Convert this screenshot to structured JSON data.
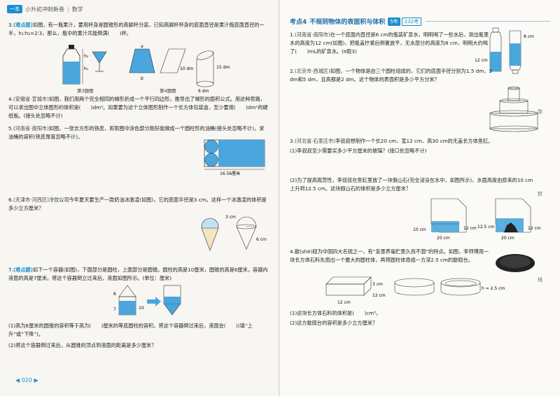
{
  "header_left": {
    "tag": "一本",
    "book": "小升初冲刺新卷",
    "subject": "数学"
  },
  "header_right": {
    "kaodian": "考点4",
    "title": "不规则物体的表面积与体积",
    "badge": "5年",
    "badge2": "232考"
  },
  "page_number": "020",
  "side": {
    "a": "弥",
    "b": "封",
    "c": "线"
  },
  "left": {
    "q3": {
      "num": "3.",
      "hl": "(难点题)",
      "text": "如图，有一瓶果汁，要用杯身是圆锥形的高脚杯分装，已知高脚杯杯身的底面直径是果汁瓶底面直径的一半，h₁∶h₂=2∶3，那么，瓶中的果汁共能倒满(　　)杯。"
    },
    "cap3": "第3题图",
    "cap4": "第4题图",
    "fig3": {
      "h1": "h₁",
      "h2": "h₂"
    },
    "fig4": {
      "a": "a",
      "b": "b",
      "d10": "10 dm",
      "d15": "15 dm",
      "d6": "6 dm"
    },
    "q4": {
      "num": "4.",
      "src": "(安徽省·宣城市)",
      "text": "如图，我们用两个完全相同的梯形折成一个平行四边形，推导出了梯形的面积公式。用这种思路，可以求出图中立体图形的体积是(　　)dm³。如果要为这个立体图形制作一个长方体包装盒，至少要用(　　)dm²的硬纸板。(接头处忽略不计)"
    },
    "q5": {
      "num": "5.",
      "src": "(河南省·南阳市)",
      "text": "如图，一张长方形的铁皮，剪取图中涂色部分刚好能做成一个圆柱形的油桶(接头处忽略不计)，求油桶的容积(铁皮厚度忽略不计)。",
      "fig_label": "16.56厘米"
    },
    "q6": {
      "num": "6.",
      "src": "(天津市·河西区)",
      "text": "冷饮公司今年夏天要生产一款奶油冰激凌(如图)，它的底面半径是3 cm。这样一个冰激凌的体积是多少立方厘米？",
      "d3": "3 cm",
      "d6": "6 cm"
    },
    "q7": {
      "num": "7.",
      "hl": "(难点题)",
      "text": "如下一个容器(如图)，下面部分是圆柱，上面部分是圆锥。圆柱的高是10厘米，圆锥的高是6厘米，容器内液面的高是7厘米。将这个容器倒立过来后，液面如图所示。(单位：厘米)",
      "sub1": "(1)高为6厘米的圆锥的容积等于高为(　　)厘米的等底圆柱的容积。将这个容器倒过来后，液面会(　　)(填“上升”或“下降”)。",
      "sub2": "(2)将这个容器倒过来后，从圆锥的顶点到液面的距离是多少厘米？",
      "f6": "6",
      "f7": "7",
      "f10": "10"
    }
  },
  "right": {
    "q1": {
      "num": "1.",
      "src": "(河南省·南阳市)",
      "text": "在一个底面内直径是6 cm的瓶装矿泉水，明明喝了一些水后，测出瓶里水的高度为12 cm(如图)，把瓶盖拧紧后倒置放平，无水部分的高度为8 cm，明明大约喝了(　　)mL的矿泉水。(π取3)",
      "d12": "12 cm",
      "d8": "8 cm"
    },
    "q2": {
      "num": "2.",
      "src": "(北京市·西城区)",
      "text": "如图，一个物体是由三个圆柱组成的，它们的底面半径分别为1.5 dm、3 dm和5 dm，且高都是2 dm。这个物体的表面积是多少平方分米？"
    },
    "q3": {
      "num": "3.",
      "src": "(河北省·石家庄市)",
      "text": "李叔叔想制作一个长20 cm、宽12 cm、高30 cm的无盖长方体鱼缸。",
      "sub1": "(1)李叔叔至少需要买多少平方厘米的玻璃？(接口处忽略不计)",
      "sub2": "(2)为了提高观赏性，李叔叔在鱼缸里放了一块假山石(完全浸没在水中，如图所示)，水面高度由原来的10 cm上升到12.5 cm。这块假山石的体积是多少立方厘米？",
      "d10": "10 cm",
      "d12": "12 cm",
      "d20": "20 cm",
      "d125": "12.5 cm",
      "d12b": "12 cm",
      "d20b": "20 cm"
    },
    "q4": {
      "num": "4.",
      "text": "歙(shè)砚为中国四大名砚之一，有“发墨养毫贮墨久而不涸”的特点。如图，李师傅用一块长方体石料先凿出一个最大的圆柱体，再将圆柱体凿成一方深2.5 cm的歙砚台。",
      "sub1": "(1)这块长方体石料的体积是(　　)cm³。",
      "sub2": "(2)这方歙砚台的容积是多少立方厘米？",
      "d3": "3 cm",
      "d12a": "12 cm",
      "d12b": "12 cm",
      "h": "h = 2.5 cm"
    }
  }
}
